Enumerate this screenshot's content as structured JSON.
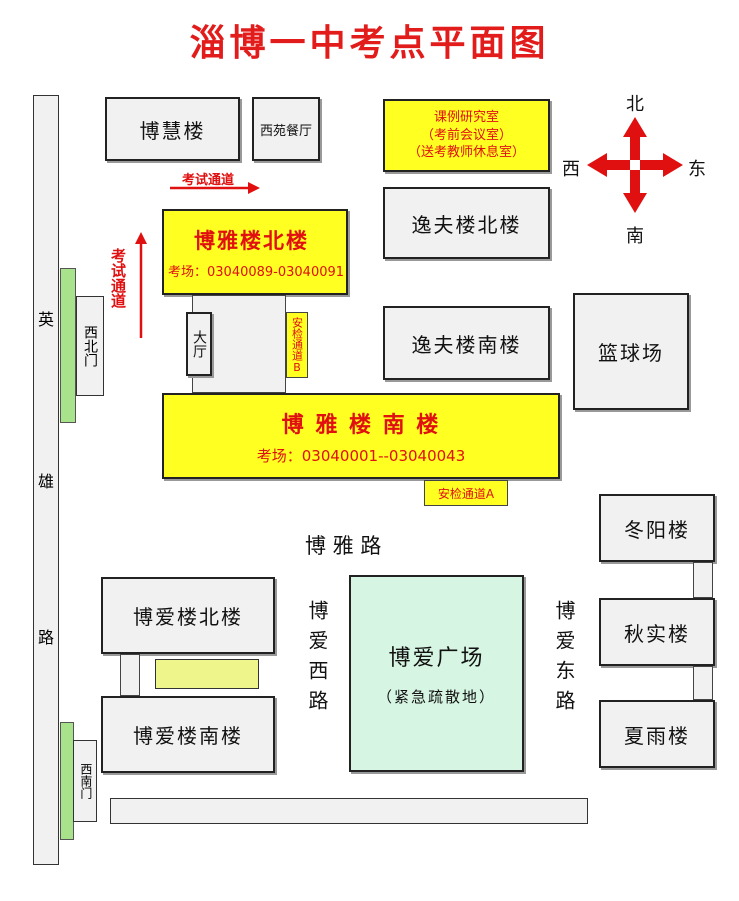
{
  "title": "淄博一中考点平面图",
  "compass": {
    "north": "北",
    "south": "南",
    "west": "西",
    "east": "东",
    "color": "#e01010"
  },
  "roads": {
    "yingxiong": [
      "英",
      "雄",
      "路"
    ],
    "boya_road": "博 雅 路",
    "boai_west": "博爱西路",
    "boai_east": "博爱东路"
  },
  "gates": {
    "northwest": "西北门",
    "southwest": "西南门"
  },
  "buildings": {
    "bohui": "博慧楼",
    "xiyuan": "西苑餐厅",
    "keli": {
      "line1": "课例研究室",
      "line2": "（考前会议室）",
      "line3": "（送考教师休息室）"
    },
    "yifu_north": "逸夫楼北楼",
    "yifu_south": "逸夫楼南楼",
    "basketball": "篮球场",
    "boya_north": {
      "name": "博雅楼北楼",
      "exam": "考场：03040089-03040091"
    },
    "boya_south": {
      "name": "博 雅 楼 南 楼",
      "exam": "考场：03040001--03040043"
    },
    "hall": "大厅",
    "security_b": "安检通道B",
    "security_a": "安检通道A",
    "dongyang": "冬阳楼",
    "qiushi": "秋实楼",
    "xiayu": "夏雨楼",
    "boai_north": "博爱楼北楼",
    "boai_south": "博爱楼南楼",
    "boai_square": {
      "name": "博爱广场",
      "note": "（紧急疏散地）"
    }
  },
  "exam_channel": {
    "horizontal": "考试通道",
    "vertical": "考试通道"
  },
  "colors": {
    "accent_red": "#e01010",
    "exam_yellow": "#ffff22",
    "square_green": "#d7f5e3",
    "gate_green": "#a8e28a"
  }
}
